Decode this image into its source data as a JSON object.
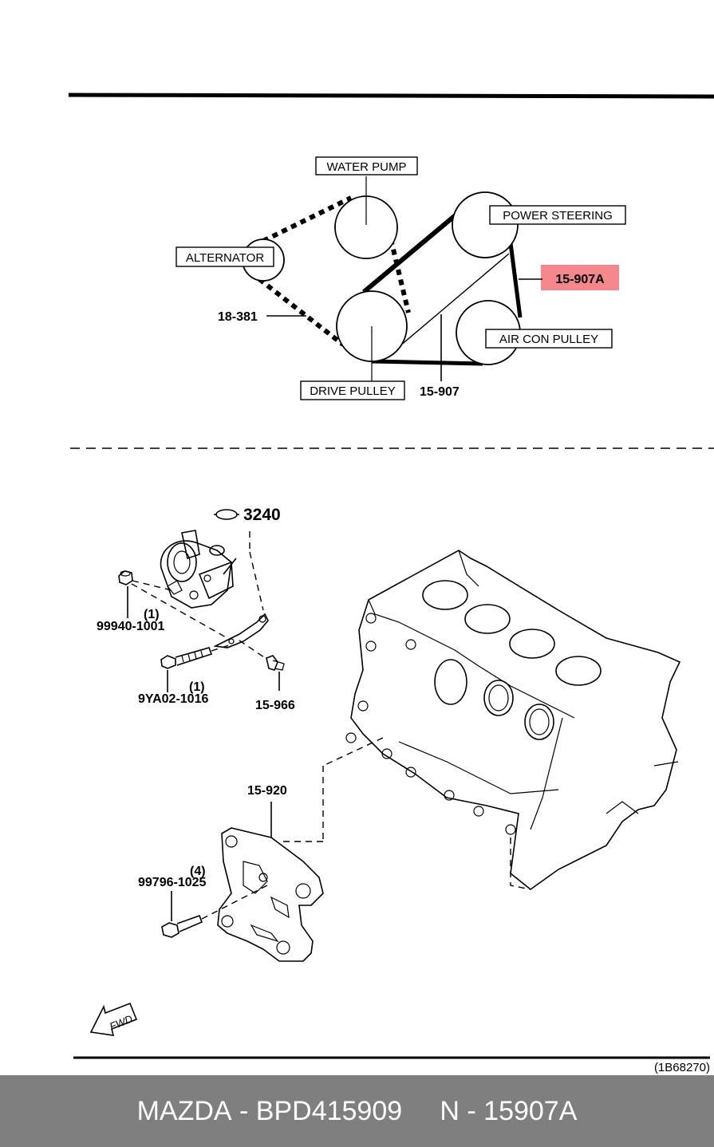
{
  "belt_diagram": {
    "labels": {
      "water_pump": "WATER PUMP",
      "power_steering": "POWER STEERING",
      "alternator": "ALTERNATOR",
      "air_con_pulley": "AIR CON PULLEY",
      "drive_pulley": "DRIVE PULLEY"
    },
    "parts": {
      "highlighted": "15-907A",
      "alt_belt": "18-381",
      "ps_belt": "15-907"
    },
    "highlight_color": "#f4878c"
  },
  "assembly": {
    "gasket_part": "3240",
    "bolt_a": {
      "qty": "(1)",
      "part": "99940-1001"
    },
    "bolt_b": {
      "qty": "(1)",
      "part": "9YA02-1016"
    },
    "bracket_bolt": "15-966",
    "bracket": "15-920",
    "bolt_c": {
      "qty": "(4)",
      "part": "99796-1025"
    },
    "fwd": "FWD"
  },
  "reference": "(1B68270)",
  "footer": {
    "brand": "MAZDA",
    "part_number": "BPD415909",
    "code": "N - 15907A",
    "background": "#7f7f7f"
  }
}
